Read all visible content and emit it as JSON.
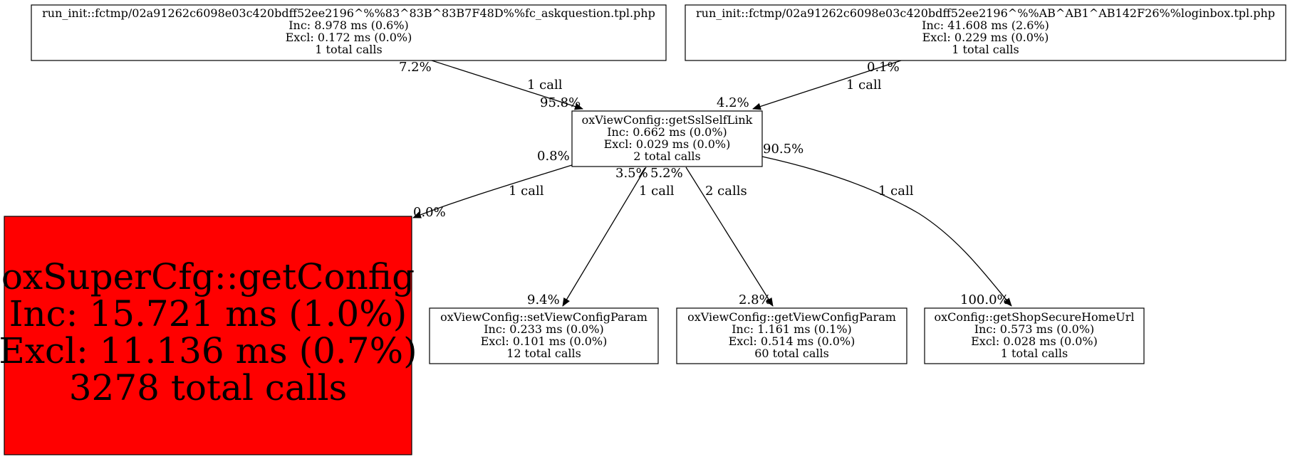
{
  "colors": {
    "highlight_fill": "#ff0000",
    "node_fill": "#ffffff",
    "stroke": "#000000"
  },
  "nodes": {
    "askquestion": {
      "name": "run_init::fctmp/02a91262c6098e03c420bdff52ee2196^%%83^83B^83B7F48D%%fc_askquestion.tpl.php",
      "inc": "Inc: 8.978 ms (0.6%)",
      "excl": "Excl: 0.172 ms (0.0%)",
      "calls": "1 total calls"
    },
    "loginbox": {
      "name": "run_init::fctmp/02a91262c6098e03c420bdff52ee2196^%%AB^AB1^AB142F26%%loginbox.tpl.php",
      "inc": "Inc: 41.608 ms (2.6%)",
      "excl": "Excl: 0.229 ms (0.0%)",
      "calls": "1 total calls"
    },
    "getsslselflink": {
      "name": "oxViewConfig::getSslSelfLink",
      "inc": "Inc: 0.662 ms (0.0%)",
      "excl": "Excl: 0.029 ms (0.0%)",
      "calls": "2 total calls"
    },
    "getconfig": {
      "name": "oxSuperCfg::getConfig",
      "inc": "Inc: 15.721 ms (1.0%)",
      "excl": "Excl: 11.136 ms (0.7%)",
      "calls": "3278 total calls"
    },
    "setviewconfigparam": {
      "name": "oxViewConfig::setViewConfigParam",
      "inc": "Inc: 0.233 ms (0.0%)",
      "excl": "Excl: 0.101 ms (0.0%)",
      "calls": "12 total calls"
    },
    "getviewconfigparam": {
      "name": "oxViewConfig::getViewConfigParam",
      "inc": "Inc: 1.161 ms (0.1%)",
      "excl": "Excl: 0.514 ms (0.0%)",
      "calls": "60 total calls"
    },
    "getshopsecurehomeurl": {
      "name": "oxConfig::getShopSecureHomeUrl",
      "inc": "Inc: 0.573 ms (0.0%)",
      "excl": "Excl: 0.028 ms (0.0%)",
      "calls": "1 total calls"
    }
  },
  "edges": {
    "askquestion_to_ssl": {
      "tail": "7.2%",
      "label": "1 call",
      "head": "95.8%"
    },
    "loginbox_to_ssl": {
      "tail": "0.1%",
      "label": "1 call",
      "head": "4.2%"
    },
    "ssl_to_getconfig": {
      "tail": "0.8%",
      "label": "1 call",
      "head": "0.0%"
    },
    "ssl_to_setviewconfigparam": {
      "tail": "3.5%",
      "label": "1 call",
      "head": "9.4%"
    },
    "ssl_to_getviewconfigparam": {
      "tail": "5.2%",
      "label": "2 calls",
      "head": "2.8%"
    },
    "ssl_to_getshopsecurehomeurl": {
      "tail": "90.5%",
      "label": "1 call",
      "head": "100.0%"
    }
  }
}
